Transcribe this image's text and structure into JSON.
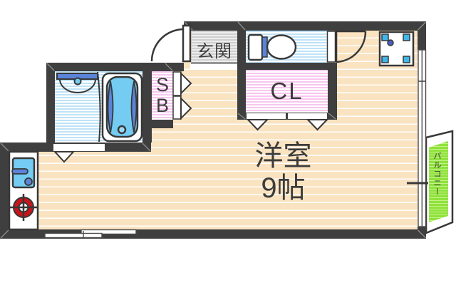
{
  "plan": {
    "type": "apartment-floor-plan",
    "rooms": {
      "main": {
        "label": "洋室",
        "size": "9帖"
      },
      "entrance": {
        "label": "玄関"
      },
      "closet": {
        "label": "CL"
      },
      "shoebox": {
        "line1": "S",
        "line2": "B"
      },
      "balcony": {
        "label": "バルコニー"
      },
      "bathroom": {
        "label": ""
      },
      "toilet": {
        "label": ""
      }
    },
    "fixtures": [
      "bathtub",
      "washbasin",
      "toilet",
      "kitchen-sink",
      "gas-burner",
      "washing-machine-pan",
      "entrance-door",
      "toilet-door",
      "sliding-window-bottom",
      "sliding-window-right"
    ],
    "colors": {
      "wall": "#3f3f3f",
      "outline": "#383838",
      "floor": "#fae3c1",
      "water_room_stripe": "#bfe2f7",
      "closet_stripe": "#f7c6ef",
      "entrance_stripe": "#cfcfcf",
      "balcony_green": "#8fe23c",
      "fixture_light_blue": "#74ccf3",
      "fixture_accent_blue": "#5b84d9",
      "corner_square_blue": "#3fb7ea",
      "burner_red": "#c8151b",
      "text": "#3c3c3c"
    }
  }
}
